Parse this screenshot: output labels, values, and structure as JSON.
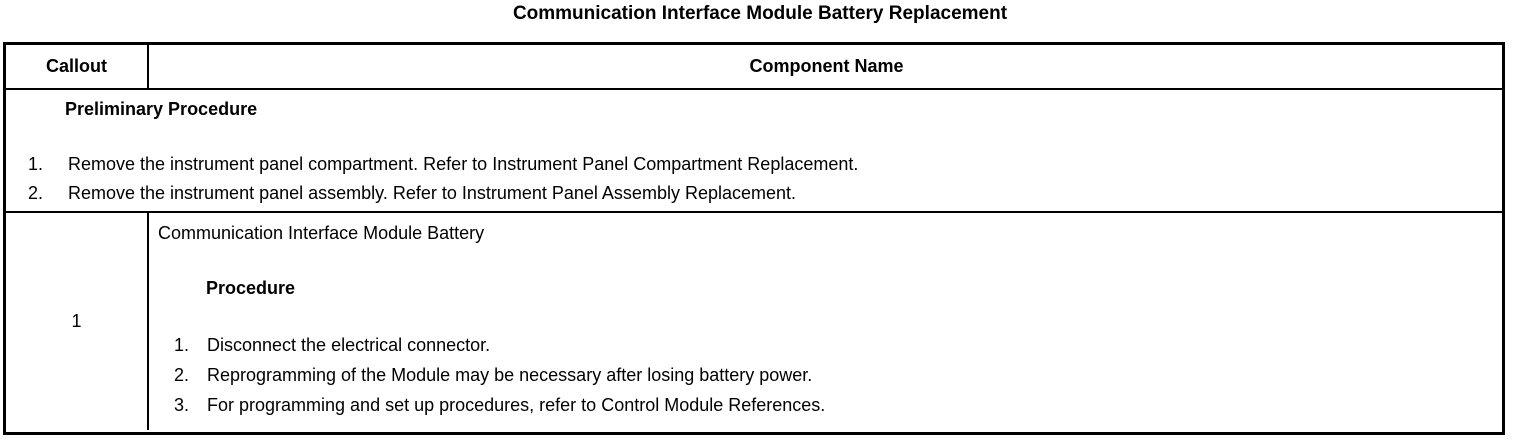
{
  "document": {
    "title": "Communication Interface Module Battery Replacement"
  },
  "table": {
    "headers": {
      "callout": "Callout",
      "component_name": "Component Name"
    },
    "preliminary": {
      "heading": "Preliminary Procedure",
      "steps": [
        {
          "number": "1.",
          "text": "Remove the instrument panel compartment. Refer to Instrument Panel Compartment Replacement."
        },
        {
          "number": "2.",
          "text": "Remove the instrument panel assembly. Refer to Instrument Panel Assembly Replacement."
        }
      ]
    },
    "rows": [
      {
        "callout": "1",
        "component_name": "Communication Interface Module Battery",
        "procedure_heading": "Procedure",
        "steps": [
          {
            "number": "1.",
            "text": "Disconnect the electrical connector."
          },
          {
            "number": "2.",
            "text": "Reprogramming of the Module may be necessary after losing battery power."
          },
          {
            "number": "3.",
            "text": "For programming and set up procedures, refer to Control Module References."
          }
        ]
      }
    ]
  },
  "colors": {
    "border": "#000000",
    "background": "#ffffff",
    "text": "#000000"
  }
}
